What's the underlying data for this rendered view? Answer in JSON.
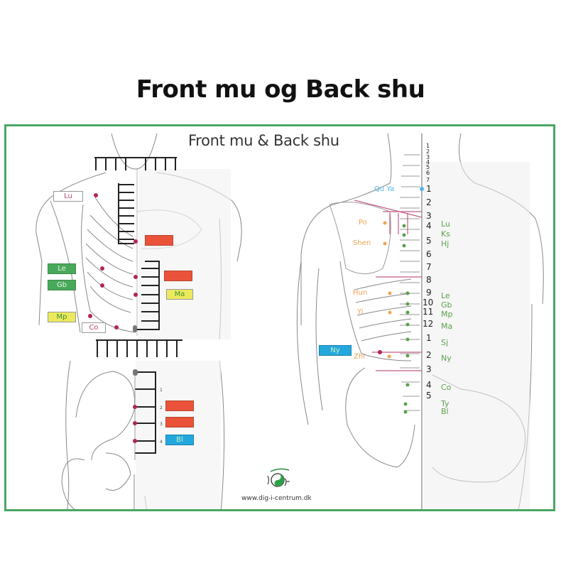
{
  "page": {
    "title": "Front mu og Back shu"
  },
  "diagram": {
    "title": "Front mu & Back shu",
    "border_color": "#4aa764",
    "website": "www.dig-i-centrum.dk",
    "colors": {
      "white_tag_text": "#c0437a",
      "green_tag": "#49a95a",
      "yellow_tag": "#ecea5c",
      "red_tag": "#ea5339",
      "blue_tag": "#23a8de",
      "shu_point": "#5aa24b",
      "mu_point": "#b3264f",
      "aux_text": "#f0a354"
    }
  },
  "front_mu": {
    "tags": [
      {
        "label": "Lu",
        "style": "white"
      },
      {
        "label": "",
        "style": "red"
      },
      {
        "label": "Le",
        "style": "green"
      },
      {
        "label": "Gb",
        "style": "green"
      },
      {
        "label": "",
        "style": "red"
      },
      {
        "label": "Ma",
        "style": "yellow"
      },
      {
        "label": "Mp",
        "style": "yellow"
      },
      {
        "label": "Co",
        "style": "white"
      },
      {
        "label": "",
        "style": "red"
      },
      {
        "label": "",
        "style": "red"
      },
      {
        "label": "Bl",
        "style": "blue"
      }
    ]
  },
  "back_shu": {
    "cervical_numbers": [
      "1",
      "2",
      "3",
      "4",
      "5",
      "6",
      "7"
    ],
    "vertebrae": [
      {
        "num": "1",
        "organ": ""
      },
      {
        "num": "2",
        "organ": ""
      },
      {
        "num": "3",
        "organ": "Lu"
      },
      {
        "num": "4",
        "organ": "Ks"
      },
      {
        "num": "5",
        "organ": "Hj"
      },
      {
        "num": "6",
        "organ": ""
      },
      {
        "num": "7",
        "organ": ""
      },
      {
        "num": "8",
        "organ": ""
      },
      {
        "num": "9",
        "organ": "Le"
      },
      {
        "num": "10",
        "organ": "Gb"
      },
      {
        "num": "11",
        "organ": "Mp"
      },
      {
        "num": "12",
        "organ": "Ma"
      },
      {
        "num": "1",
        "organ": "Sj"
      },
      {
        "num": "2",
        "organ": "Ny"
      },
      {
        "num": "3",
        "organ": ""
      },
      {
        "num": "4",
        "organ": "Co"
      },
      {
        "num": "5",
        "organ": ""
      }
    ],
    "sacral_organs": [
      "Ty",
      "Bl"
    ],
    "aux_points": [
      "Qu Ya",
      "Po",
      "Shen",
      "Hun",
      "Yi",
      "Zhi"
    ],
    "tags": [
      {
        "label": "Ny",
        "style": "blue"
      }
    ]
  }
}
